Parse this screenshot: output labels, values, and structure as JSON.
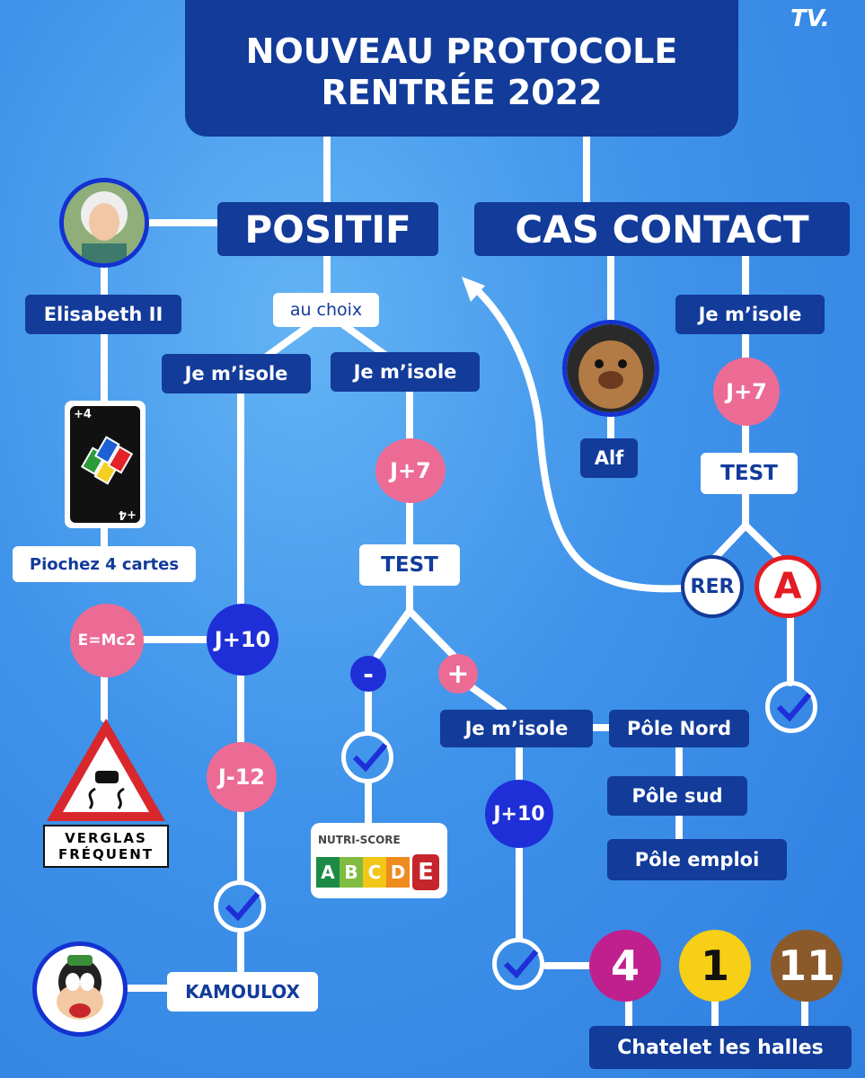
{
  "header": {
    "title_line1": "NOUVEAU PROTOCOLE",
    "title_line2": "RENTRÉE 2022",
    "logo": "TV."
  },
  "positif": {
    "title": "POSITIF",
    "choice": "au choix",
    "left_branch": {
      "isole": "Je m’isole",
      "step1": "J+10",
      "step2": "J-12",
      "end": "KAMOULOX"
    },
    "right_branch": {
      "isole": "Je m’isole",
      "day": "J+7",
      "test": "TEST",
      "negative": "-",
      "positive": "+",
      "positive_isole": "Je m’isole",
      "positive_day": "J+10",
      "poles": [
        "Pôle Nord",
        "Pôle sud",
        "Pôle emploi"
      ],
      "nutri_label": "NUTRI-SCORE",
      "nutri_letters": [
        "A",
        "B",
        "C",
        "D",
        "E"
      ],
      "metro_lines": [
        "4",
        "1",
        "11"
      ],
      "station": "Chatelet les halles"
    }
  },
  "cas_contact": {
    "title": "CAS CONTACT",
    "isole": "Je m’isole",
    "day": "J+7",
    "test": "TEST",
    "rer": "RER",
    "rer_a": "A"
  },
  "side": {
    "queen": "Elisabeth II",
    "uno_top": "+4",
    "uno_bottom": "+4",
    "cards": "Piochez 4 cartes",
    "formula": "E=Mc2",
    "sign_line1": "VERGLAS",
    "sign_line2": "FRÉQUENT",
    "alf": "Alf"
  },
  "colors": {
    "dark_box": "#123b9a",
    "pink": "#ec6b94",
    "blue": "#1e2fd8",
    "metro4": "#c0208e",
    "metro1": "#f6cf16",
    "metro11": "#8b5a2b",
    "rer_red": "#e31c23"
  },
  "icons": [
    "queen-portrait",
    "uno-card",
    "slippery-road-sign",
    "alf-portrait",
    "goofy-portrait",
    "check-icon"
  ]
}
